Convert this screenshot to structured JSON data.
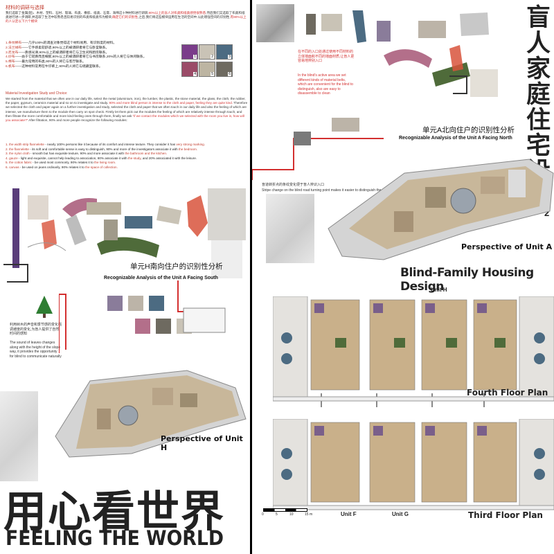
{
  "left": {
    "section_header": "材料的调研与选择",
    "intro_cn_a": "我们选取了金属(铝)、木材、塑料、石材、玻璃、布类、橡胶、纸类、石膏、海绵这十种材料进行调研,",
    "intro_cn_b": "90%以上的盲人对布类和纸类感觉很熟悉",
    "intro_cn_c": ",然后我们又选取了布类和纸类进行进一步调研,并选取了生活中较熟悉且较易识别的布类和纸类作为模块,",
    "intro_cn_d": "确定它们的识别性",
    "intro_cn_e": ",之后,我们将这些模块运用在生活的空间中,以此增强空间的识别性,",
    "intro_cn_f": "有90%以上的人认定以下六个模块",
    "materials_cn": [
      {
        "n": "1.",
        "name": "条纹棉布",
        "text": "——几乎100%的调查对象觉得这个材料易用、有识别度的材料。"
      },
      {
        "n": "2.",
        "name": "法兰绒布",
        "text": "——它手感柔软舒适,90%以上的被调研者将它与卧室联系。"
      },
      {
        "n": "3.",
        "name": "尼龙布",
        "text": "——质感光滑,90%以上的被调研者将它与卫生间和厨房联系。"
      },
      {
        "n": "4.",
        "name": "纱布",
        "text": "——由于它轻质而且细腻,80%以上的被调研者将它与书房联系,20%的人将它与休闲联系。"
      },
      {
        "n": "5.",
        "name": "棉布",
        "text": "——最为常用的布类,90%的人将它与客厅联系。"
      },
      {
        "n": "6.",
        "name": "帆布",
        "text": "——这种材料常用在牛仔裤上,90%的人将它与储藏室联系。"
      }
    ],
    "en_header": "Material Investigation Study and Choice:",
    "en_para_a": "We started from the material that we often use in our daily life, select the metal (aluminium, iron), the lumber, the plastic, the stone material, the glass, the cloth, the rubber, the paper, gypsum, ceramics material and so on to investigate and study.",
    "en_para_b": " 90% and more blind person is intense to the cloth and paper, feeling they are quite kind.",
    "en_para_c": " Therefore we selected the cloth and paper again on a further investigation and study, selected the cloth and paper that we often touch in our daily life and also the feeling of which are intense, we manufacture them to the module then carry on spot check. Firstly let them pick out the modules the feeling of which are relatively intense through touch, and then filtrate the more comfortable and more kind-feeling ones through them, finally we ask",
    "en_para_d": " \"if we contact the modules which we selected with the room you live in, how will you associate?\"",
    "en_para_e": " After filtration, 90% and more people recognize the following modules:",
    "materials_en": [
      {
        "n": "1.",
        "name": "the width strip flannelette",
        "text": " - nearly 100% persons like it because of its comfort and intense texture. They consider it has ",
        "hl": "very strong marking."
      },
      {
        "n": "2.",
        "name": "the flannelette",
        "text": " - its soft and comfortable sense is easy to distinguish, 90% and more of the investigators associate it with ",
        "hl": "the bedroom."
      },
      {
        "n": "3.",
        "name": "the nylon cloth",
        "text": " - smooth but has exquisite texture, 90% and more associate it with ",
        "hl": "the bathroom and the kitchen."
      },
      {
        "n": "4.",
        "name": "gauze",
        "text": " - light and exquisite, cannot help leading to association, 80% associate it with ",
        "hl": "the study",
        "tail": ", and 20% associated it with the leisure."
      },
      {
        "n": "5.",
        "name": "the cotton fabric",
        "text": " - be used most commonly, 90% relates it to ",
        "hl": "the living room."
      },
      {
        "n": "6.",
        "name": "canvas",
        "text": " - be used on jeans ordinarily, 90% relates it to ",
        "hl": "the space of collection."
      }
    ],
    "module_swatches": [
      {
        "num": "1",
        "color": "#7a3d8a"
      },
      {
        "num": "2",
        "color": "#c9c3b6"
      },
      {
        "num": "3",
        "color": "#4c6b82"
      },
      {
        "num": "4",
        "color": "#9b4c68"
      },
      {
        "num": "5",
        "color": "#bdb5a2"
      },
      {
        "num": "6",
        "color": "#6e6a60"
      }
    ],
    "analysis_south_cn": "单元H南向住户的识别性分析",
    "analysis_south_en": "Recognizable Analysis of the Unit A Facing South",
    "side_note_cn": "利用树木的声音和季节感的变化强调坡度的变化,为盲人提供了自然时间的感知",
    "side_note_en": "The sound of leaves changes along with the height of the slope way, it provides the opportunity for blind to communicate naturally",
    "persp_h": "Perspective of Unit H",
    "big_cn": "用心看世界",
    "big_en": "FEELING THE WORLD"
  },
  "right": {
    "vertical_title": "盲人家庭住宅设计",
    "vertical_sub": "2",
    "note_cn": "在不同的入口处通过使用不同材料的立体墙面和不同的墙面材质,让盲人更容易地辨别入口",
    "note_en": "In the blind's active area we set different kinds of material belts, which are convenient for the blind to distinguish, also are easy to disassemble to clean",
    "analysis_north_cn": "单元A北向住户的识别性分析",
    "analysis_north_en": "Recognizable Analysis of the Unit A Facing North",
    "stripe_cn": "盲道转折点的条纹变化便于盲人辨识入口",
    "stripe_en": "Stripe change on the blind road turning point makes it easier to distinguish the entrance",
    "persp_a": "Perspective of Unit A",
    "design_title": "Blind-Family Housing Design",
    "unit_h": "Unit H",
    "fourth_floor": "Fourth Floor Plan",
    "third_floor": "Third Floor Plan",
    "unit_f": "Unit F",
    "unit_g": "Unit G",
    "scale_ticks": [
      "0",
      "5",
      "10",
      "15 m"
    ]
  }
}
